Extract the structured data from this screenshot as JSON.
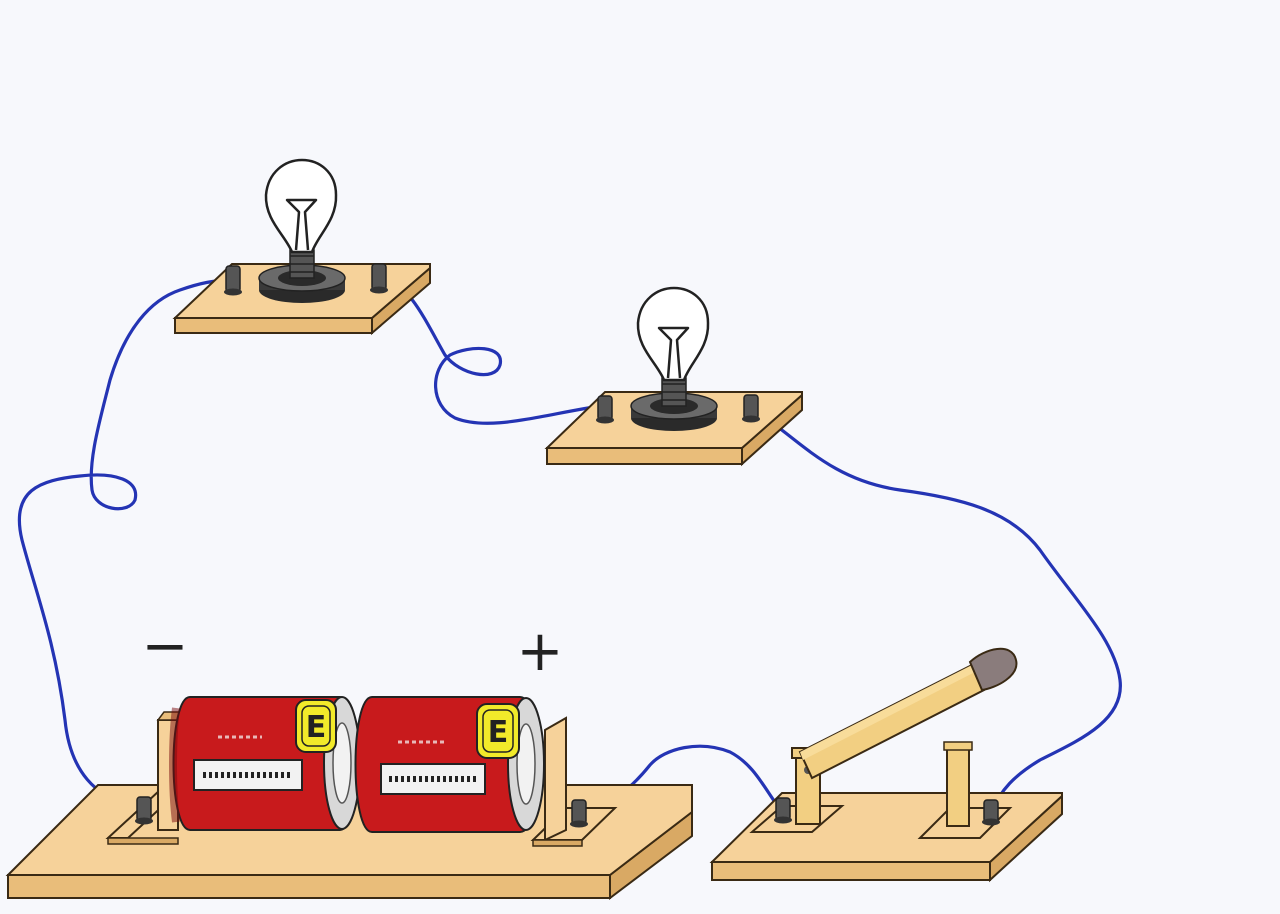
{
  "diagram": {
    "battery": {
      "negative_label": "−",
      "positive_label": "+",
      "cell_mark": "E"
    },
    "components": [
      "bulb-1",
      "bulb-2",
      "battery-holder",
      "knife-switch"
    ],
    "switch_state": "open",
    "colors": {
      "background": "#f7f8fc",
      "wood": "#f6d29a",
      "wood_edge": "#3a2a14",
      "wire": "#2434b4",
      "cell": "#c81a1c",
      "cell_dark": "#7a0a0c",
      "cell_cap": "#f2ea2a",
      "metal": "#3a3a3a",
      "lever": "#f2cf82",
      "handle": "#8a7c7c"
    }
  }
}
